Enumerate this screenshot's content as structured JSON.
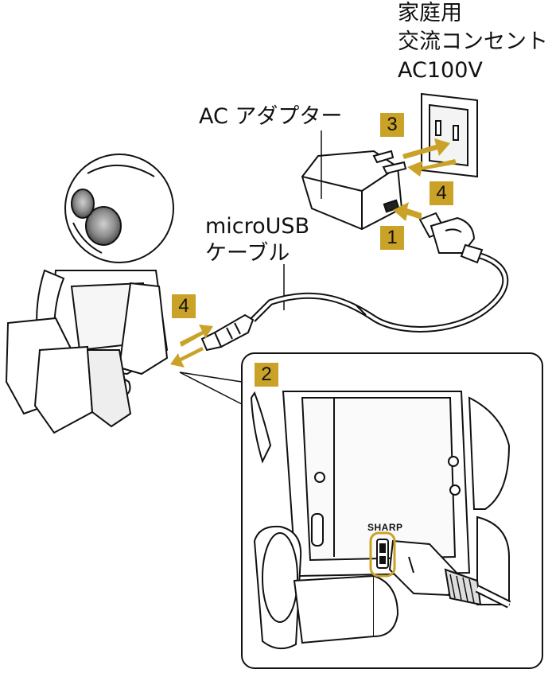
{
  "outlet_label": {
    "line1": "家庭用",
    "line2": "交流コンセント",
    "line3": "AC100V"
  },
  "adapter_label": "AC アダプター",
  "cable_label": {
    "line1": "microUSB",
    "line2": "ケーブル"
  },
  "steps": {
    "adapter_to_cable": "1",
    "cable_to_robot": "2",
    "adapter_to_outlet": "3",
    "remove": "4"
  },
  "brand": "SHARP",
  "colors": {
    "step_badge": "#c9a227",
    "arrow": "#c9a227",
    "highlight_ring": "#c9a227",
    "line": "#111111"
  }
}
